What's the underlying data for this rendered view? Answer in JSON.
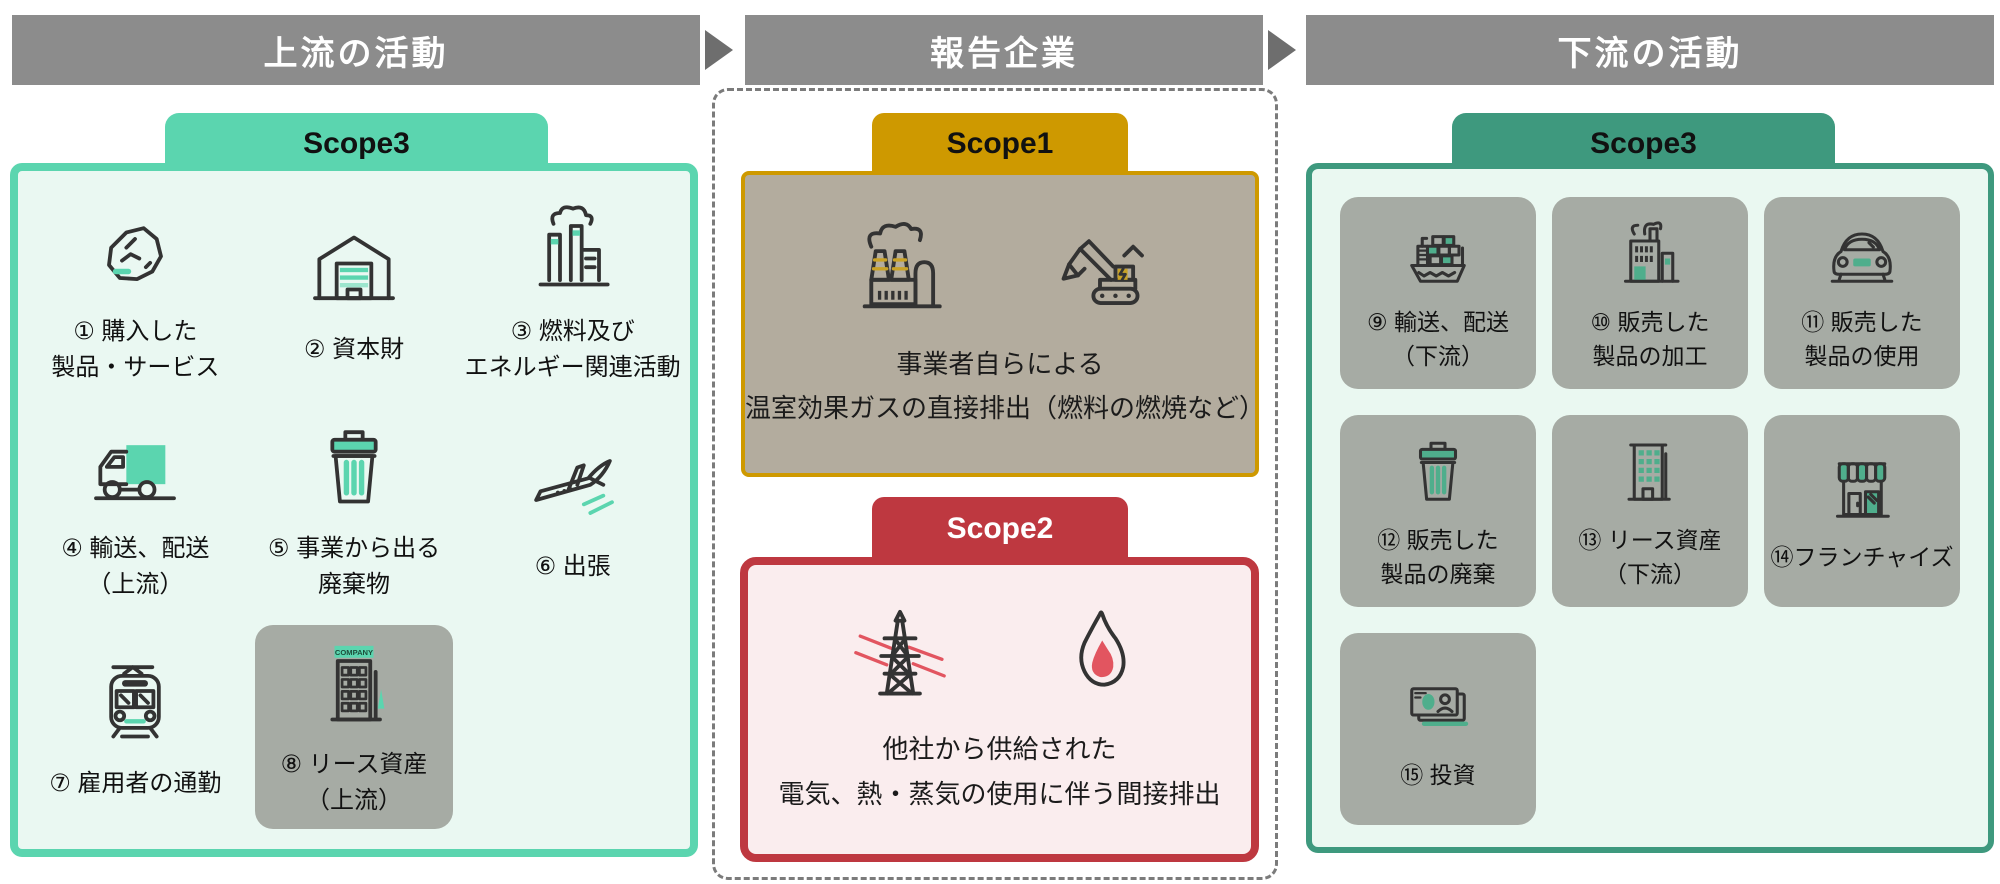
{
  "colors": {
    "header_bg": "#8C8C8C",
    "arrow": "#6E6E6E",
    "mint": "#5BD5AF",
    "mint_bg": "#EAF8F2",
    "green": "#3E997E",
    "green_bg": "#EAF8F1",
    "orange": "#CE9900",
    "scope1_bg": "#B3AC9E",
    "red": "#BE3840",
    "scope2_bg": "#FAEDEE",
    "item_box": "#A6ABA4",
    "upstream_accent": "#5BD5AF",
    "downstream_accent": "#4FAE8C",
    "scope1_accent": "#C9A227",
    "scope2_accent": "#E25560"
  },
  "upstream": {
    "header": "上流の活動",
    "scope_tab": "Scope3",
    "items": [
      {
        "icon": "rock-icon",
        "lines": [
          "① 購入した",
          "製品・サービス"
        ]
      },
      {
        "icon": "warehouse-icon",
        "lines": [
          "② 資本財"
        ]
      },
      {
        "icon": "factory-icon",
        "lines": [
          "③ 燃料及び",
          "エネルギー関連活動"
        ]
      },
      {
        "icon": "truck-icon",
        "lines": [
          "④ 輸送、配送",
          "（上流）"
        ]
      },
      {
        "icon": "trash-icon",
        "lines": [
          "⑤ 事業から出る",
          "廃棄物"
        ]
      },
      {
        "icon": "airplane-icon",
        "lines": [
          "⑥ 出張"
        ]
      },
      {
        "icon": "train-icon",
        "lines": [
          "⑦ 雇用者の通勤"
        ]
      },
      {
        "icon": "office-building-icon",
        "lines": [
          "⑧ リース資産",
          "（上流）"
        ],
        "boxed": true
      }
    ]
  },
  "company": {
    "header": "報告企業",
    "scope1": {
      "tab": "Scope1",
      "icons": [
        "factory-smoke-icon",
        "excavator-icon"
      ],
      "lines": [
        "事業者自らによる",
        "温室効果ガスの直接排出（燃料の燃焼など）"
      ]
    },
    "scope2": {
      "tab": "Scope2",
      "icons": [
        "power-tower-icon",
        "flame-icon"
      ],
      "lines": [
        "他社から供給された",
        "電気、熱・蒸気の使用に伴う間接排出"
      ]
    }
  },
  "downstream": {
    "header": "下流の活動",
    "scope_tab": "Scope3",
    "items": [
      {
        "icon": "ship-icon",
        "lines": [
          "⑨ 輸送、配送",
          "（下流）"
        ],
        "boxed": true
      },
      {
        "icon": "factory-processing-icon",
        "lines": [
          "⑩ 販売した",
          "製品の加工"
        ],
        "boxed": true
      },
      {
        "icon": "car-icon",
        "lines": [
          "⑪ 販売した",
          "製品の使用"
        ],
        "boxed": true
      },
      {
        "icon": "trash-icon",
        "lines": [
          "⑫ 販売した",
          "製品の廃棄"
        ],
        "boxed": true
      },
      {
        "icon": "building-icon",
        "lines": [
          "⑬ リース資産",
          "（下流）"
        ],
        "boxed": true
      },
      {
        "icon": "storefront-icon",
        "lines": [
          "⑭フランチャイズ"
        ],
        "boxed": true
      },
      {
        "icon": "money-icon",
        "lines": [
          "⑮ 投資"
        ],
        "boxed": true
      }
    ]
  }
}
